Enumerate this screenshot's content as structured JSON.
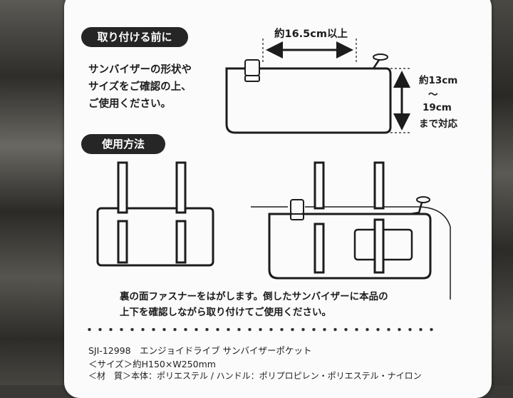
{
  "section_before": {
    "title": "取り付ける前に"
  },
  "check_text": [
    "サンバイザーの形状や",
    "サイズをご確認の上、",
    "ご使用ください。"
  ],
  "dimensions": {
    "width_label": "約16.5cm以上",
    "height_label_top": "約13cm",
    "height_label_tilde": "〜",
    "height_label_mid": "19cm",
    "height_label_bottom": "まで対応"
  },
  "section_usage": {
    "title": "使用方法"
  },
  "usage_text": [
    "裏の面ファスナーをはがします。倒したサンバイザーに本品の",
    "上下を確認しながら取り付けてご使用ください。"
  ],
  "product": {
    "code_name": "SJI-12998　エンジョイドライブ サンバイザーポケット",
    "size_line": "＜サイズ＞約H150×W250mm",
    "material_line": "＜材　質＞本体：ポリエステル / ハンドル：ポリプロピレン・ポリエステル・ナイロン"
  },
  "colors": {
    "ink": "#1c1c1c",
    "card": "#fbfbfb",
    "pill": "#262626"
  }
}
